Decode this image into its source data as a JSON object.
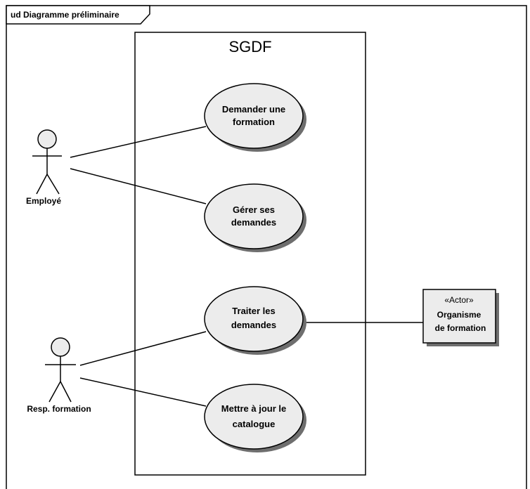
{
  "frame": {
    "label": "ud Diagramme préliminaire"
  },
  "system": {
    "title": "SGDF"
  },
  "actors": {
    "employe": "Employé",
    "resp_formation": "Resp. formation"
  },
  "use_cases": {
    "demander": [
      "Demander une",
      "formation"
    ],
    "gerer": [
      "Gérer ses",
      "demandes"
    ],
    "traiter": [
      "Traiter les",
      "demandes"
    ],
    "mettre_a_jour": [
      "Mettre à jour le",
      "catalogue"
    ]
  },
  "external_actor": {
    "stereotype": "«Actor»",
    "name_lines": [
      "Organisme",
      "de formation"
    ]
  },
  "colors": {
    "use_case_fill": "#ececec",
    "shadow": "#6e6e6e",
    "line": "#000000"
  }
}
